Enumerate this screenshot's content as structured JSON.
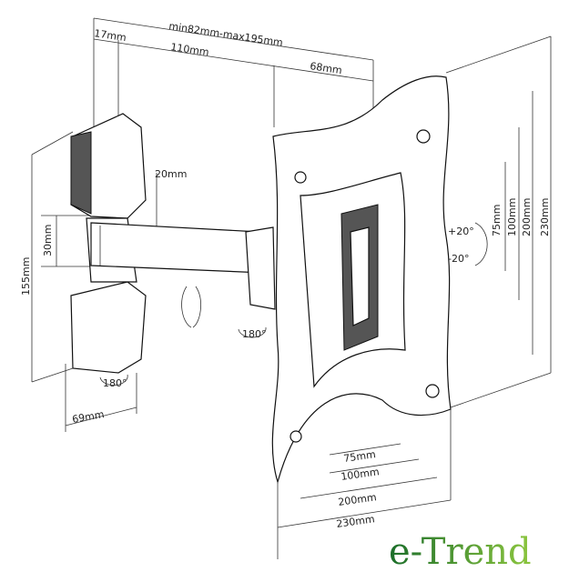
{
  "dimensions": {
    "depth_range": "min82mm-max195mm",
    "wall_plate_depth": "17mm",
    "arm_length": "110mm",
    "bracket_depth": "68mm",
    "arm_height": "20mm",
    "arm_width": "30mm",
    "wall_plate_height": "155mm",
    "wall_plate_width": "69mm",
    "swivel_wall": "180°",
    "swivel_arm": "180°",
    "tilt_up": "+20°",
    "tilt_down": "-20°",
    "vesa_vertical": [
      "75mm",
      "100mm",
      "200mm",
      "230mm"
    ],
    "vesa_horizontal": [
      "75mm",
      "100mm",
      "200mm",
      "230mm"
    ]
  },
  "brand": {
    "name": "e-Trend",
    "color_dark": "#2e7d32",
    "color_light": "#8bc34a"
  }
}
